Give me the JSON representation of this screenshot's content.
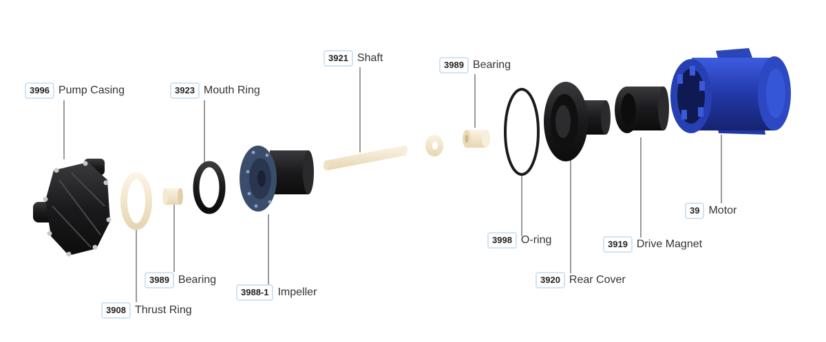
{
  "parts": [
    {
      "id": "pump-casing",
      "code": "3996",
      "label": "Pump Casing"
    },
    {
      "id": "mouth-ring",
      "code": "3923",
      "label": "Mouth Ring"
    },
    {
      "id": "shaft",
      "code": "3921",
      "label": "Shaft"
    },
    {
      "id": "bearing-rear",
      "code": "3989",
      "label": "Bearing"
    },
    {
      "id": "motor",
      "code": "39",
      "label": "Motor"
    },
    {
      "id": "o-ring",
      "code": "3998",
      "label": "O-ring"
    },
    {
      "id": "drive-magnet",
      "code": "3919",
      "label": "Drive Magnet"
    },
    {
      "id": "rear-cover",
      "code": "3920",
      "label": "Rear Cover"
    },
    {
      "id": "impeller",
      "code": "3988-1",
      "label": "Impeller"
    },
    {
      "id": "bearing-front",
      "code": "3989",
      "label": "Bearing"
    },
    {
      "id": "thrust-ring",
      "code": "3908",
      "label": "Thrust Ring"
    }
  ],
  "colors": {
    "leader": "#555555",
    "code_border": "#cfe3f4",
    "black_part": "#1d1d1f",
    "ceramic": "#f2e7cf",
    "motor_blue": "#2b46b8",
    "impeller_blue": "#3a4d6b"
  }
}
